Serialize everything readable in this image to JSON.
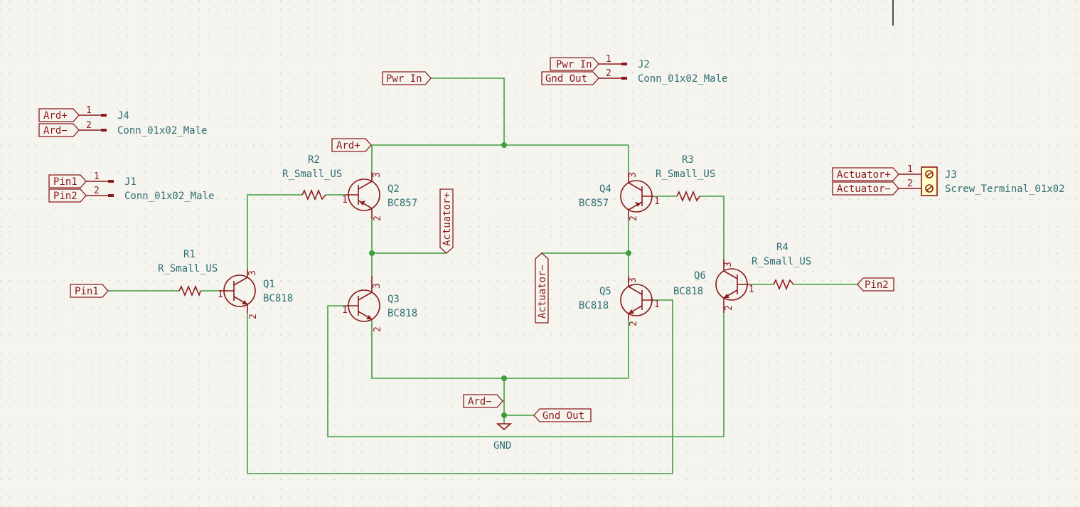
{
  "labels": {
    "pwr_in_top": "Pwr In",
    "pwr_in_j2": "Pwr In",
    "gnd_out_j2": "Gnd Out",
    "ard_plus_j4": "Ard+",
    "ard_minus_j4": "Ard−",
    "pin1_j1": "Pin1",
    "pin2_j1": "Pin2",
    "ard_plus_rail": "Ard+",
    "actuator_plus_vert": "Actuator+",
    "actuator_minus_vert": "Actuator−",
    "pin1_in": "Pin1",
    "pin2_in": "Pin2",
    "ard_minus_gnd": "Ard−",
    "gnd_out_gnd": "Gnd Out",
    "actuator_plus_j3": "Actuator+",
    "actuator_minus_j3": "Actuator−"
  },
  "components": {
    "j2": {
      "ref": "J2",
      "value": "Conn_01x02_Male"
    },
    "j4": {
      "ref": "J4",
      "value": "Conn_01x02_Male"
    },
    "j1": {
      "ref": "J1",
      "value": "Conn_01x02_Male"
    },
    "j3": {
      "ref": "J3",
      "value": "Screw_Terminal_01x02"
    },
    "r1": {
      "ref": "R1",
      "value": "R_Small_US"
    },
    "r2": {
      "ref": "R2",
      "value": "R_Small_US"
    },
    "r3": {
      "ref": "R3",
      "value": "R_Small_US"
    },
    "r4": {
      "ref": "R4",
      "value": "R_Small_US"
    },
    "q1": {
      "ref": "Q1",
      "value": "BC818"
    },
    "q2": {
      "ref": "Q2",
      "value": "BC857"
    },
    "q3": {
      "ref": "Q3",
      "value": "BC818"
    },
    "q4": {
      "ref": "Q4",
      "value": "BC857"
    },
    "q5": {
      "ref": "Q5",
      "value": "BC818"
    },
    "q6": {
      "ref": "Q6",
      "value": "BC818"
    },
    "gnd": {
      "value": "GND"
    }
  },
  "pins": {
    "one": "1",
    "two": "2",
    "three": "3"
  }
}
